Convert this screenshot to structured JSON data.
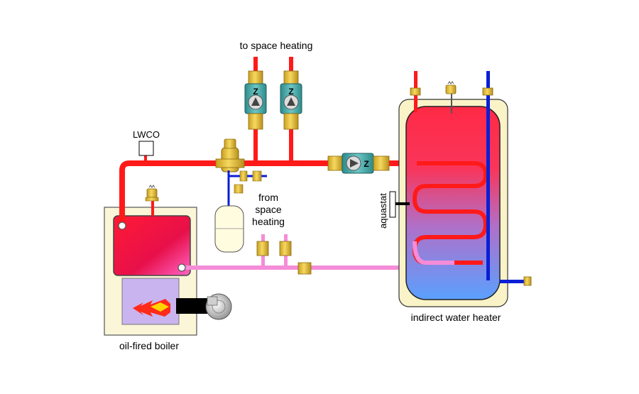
{
  "labels": {
    "to_space_heating": "to space heating",
    "lwco": "LWCO",
    "from_space_heating_1": "from",
    "from_space_heating_2": "space",
    "from_space_heating_3": "heating",
    "aquastat": "aquastat",
    "indirect_water_heater": "indirect water heater",
    "oil_fired_boiler": "oil-fired boiler"
  },
  "circulator_letter": "Z",
  "colors": {
    "supply_pipe": "#ff1a1a",
    "return_pipe": "#f58cd8",
    "cold_water_pipe": "#0a1fd6",
    "brass": "#e8c23a",
    "brass_dark": "#b8901a",
    "circulator_body": "#48a8a8",
    "boiler_cabinet": "#fbf6d8",
    "tank_jacket": "#fbf3c8",
    "tank_hot": "#ff2a45",
    "tank_cold": "#5aa0ff",
    "combustion_chamber": "#c9b4ef",
    "flame": "#ff2a1a",
    "flame_core": "#ffd400",
    "burner": "#000000",
    "expansion_tank": "#fffce0"
  }
}
